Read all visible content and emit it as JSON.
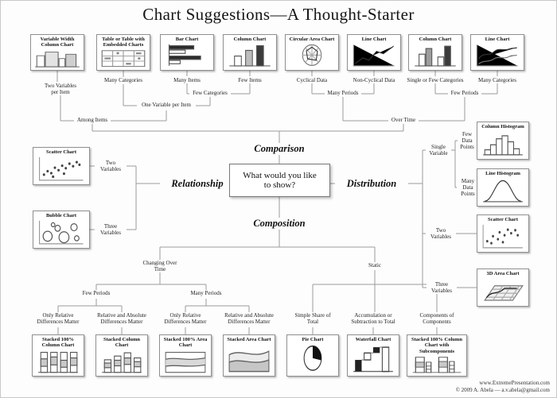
{
  "page": {
    "title": "Chart Suggestions—A Thought-Starter"
  },
  "question": {
    "text": "What would you like to show?"
  },
  "branches": {
    "comparison": "Comparison",
    "relationship": "Relationship",
    "distribution": "Distribution",
    "composition": "Composition"
  },
  "top_charts": [
    {
      "label": "Variable Width Column Chart",
      "icon": "variable-width-column-chart-icon",
      "condition": "Two Variables per Item"
    },
    {
      "label": "Table or Table with Embedded Charts",
      "icon": "table-chart-icon",
      "condition": "Many Categories"
    },
    {
      "label": "Bar Chart",
      "icon": "bar-chart-icon",
      "condition": "Many Items"
    },
    {
      "label": "Column Chart",
      "icon": "column-chart-icon",
      "condition": "Few Items"
    },
    {
      "label": "Circular Area Chart",
      "icon": "circular-area-chart-icon",
      "condition": "Cyclical Data"
    },
    {
      "label": "Line Chart",
      "icon": "line-chart-icon",
      "condition": "Non-Cyclical Data"
    },
    {
      "label": "Column Chart",
      "icon": "column-chart-icon",
      "condition": "Single or Few Categories"
    },
    {
      "label": "Line Chart",
      "icon": "line-chart-icon",
      "condition": "Many Categories"
    }
  ],
  "comparison_nodes": {
    "few_categories": "Few Categories",
    "one_variable_per_item": "One Variable per Item",
    "many_periods": "Many Periods",
    "few_periods": "Few Periods",
    "among_items": "Among Items",
    "over_time": "Over Time"
  },
  "relationship_nodes": {
    "scatter_label": "Scatter Chart",
    "scatter_condition": "Two Variables",
    "bubble_label": "Bubble Chart",
    "bubble_condition": "Three Variables"
  },
  "distribution_nodes": {
    "single_variable": "Single Variable",
    "few_data_points": "Few Data Points",
    "many_data_points": "Many Data Points",
    "two_variables": "Two Variables",
    "three_variables": "Three Variables",
    "column_histogram": "Column Histogram",
    "line_histogram": "Line Histogram",
    "scatter_chart": "Scatter Chart",
    "three_d_area": "3D Area Chart"
  },
  "composition_nodes": {
    "changing_over_time": "Changing Over Time",
    "static": "Static",
    "few_periods": "Few Periods",
    "many_periods": "Many Periods",
    "only_relative": "Only Relative Differences Matter",
    "relative_and_absolute": "Relative and Absolute Differences Matter",
    "simple_share": "Simple Share of Total",
    "accumulation": "Accumulation or Subtraction to Total",
    "components": "Components of Components"
  },
  "bottom_charts": [
    {
      "label": "Stacked 100% Column Chart",
      "icon": "stacked-100-column-chart-icon"
    },
    {
      "label": "Stacked Column Chart",
      "icon": "stacked-column-chart-icon"
    },
    {
      "label": "Stacked 100% Area Chart",
      "icon": "stacked-100-area-chart-icon"
    },
    {
      "label": "Stacked Area Chart",
      "icon": "stacked-area-chart-icon"
    },
    {
      "label": "Pie Chart",
      "icon": "pie-chart-icon"
    },
    {
      "label": "Waterfall Chart",
      "icon": "waterfall-chart-icon"
    },
    {
      "label": "Stacked 100% Column Chart with Subcomponents",
      "icon": "stacked-100-column-subcomponents-chart-icon"
    }
  ],
  "footer": {
    "website": "www.ExtremePresentation.com",
    "copyright": "© 2009 A. Abela — a.v.abela@gmail.com"
  }
}
